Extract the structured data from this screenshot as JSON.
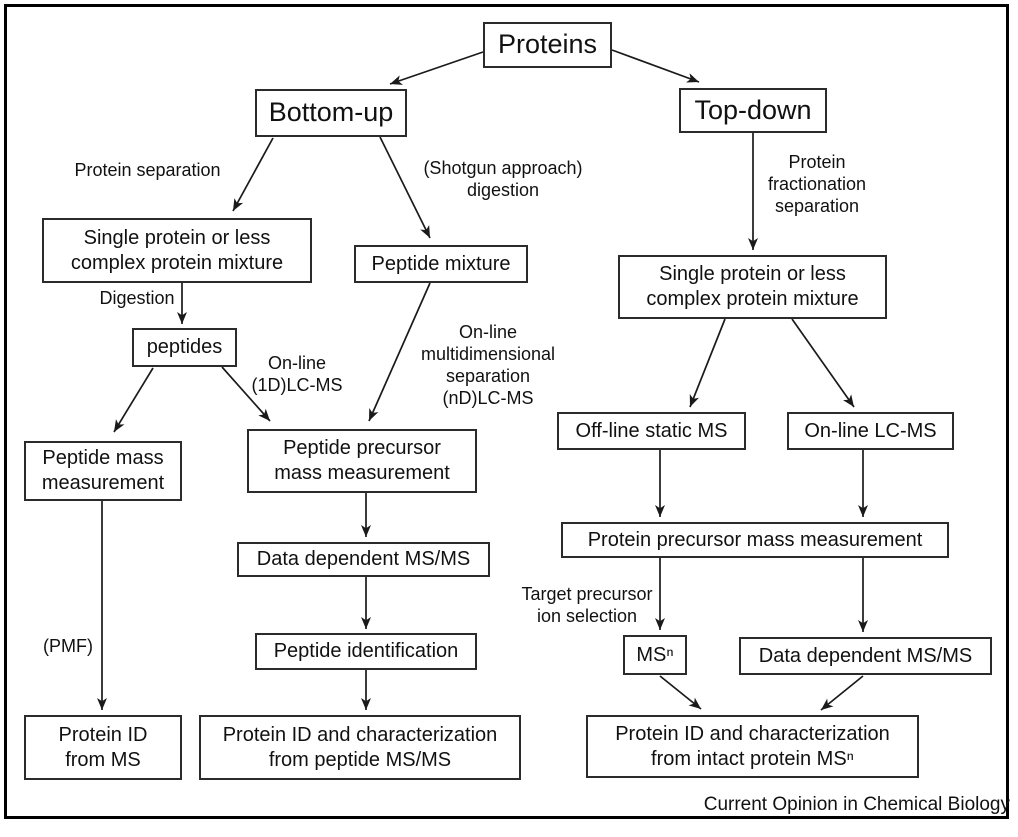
{
  "nodes": {
    "proteins": "Proteins",
    "bottom_up": "Bottom-up",
    "top_down": "Top-down",
    "single_protein_left": "Single protein or less\ncomplex protein mixture",
    "peptide_mixture": "Peptide mixture",
    "single_protein_right": "Single protein or less\ncomplex protein mixture",
    "peptides": "peptides",
    "peptide_mass": "Peptide mass\nmeasurement",
    "peptide_precursor": "Peptide precursor\nmass measurement",
    "offline_static_ms": "Off-line static MS",
    "online_lc_ms": "On-line LC-MS",
    "protein_precursor": "Protein precursor mass measurement",
    "data_dependent_msms_mid": "Data dependent MS/MS",
    "peptide_identification": "Peptide identification",
    "ms_n": "MSⁿ",
    "data_dependent_msms_right": "Data dependent MS/MS",
    "protein_id_from_ms": "Protein ID\nfrom MS",
    "protein_id_peptide": "Protein ID and characterization\nfrom peptide MS/MS",
    "protein_id_intact": "Protein ID and characterization\nfrom  intact protein MSⁿ"
  },
  "edge_labels": {
    "protein_separation": "Protein separation",
    "shotgun_digestion": "(Shotgun approach)\ndigestion",
    "protein_fractionation": "Protein\nfractionation\nseparation",
    "digestion": "Digestion",
    "online_1d_lc_ms": "On-line\n(1D)LC-MS",
    "online_multidimensional": "On-line\nmultidimensional\nseparation\n(nD)LC-MS",
    "pmf": "(PMF)",
    "target_precursor": "Target precursor\nion selection"
  },
  "caption": "Current Opinion in Chemical Biology"
}
